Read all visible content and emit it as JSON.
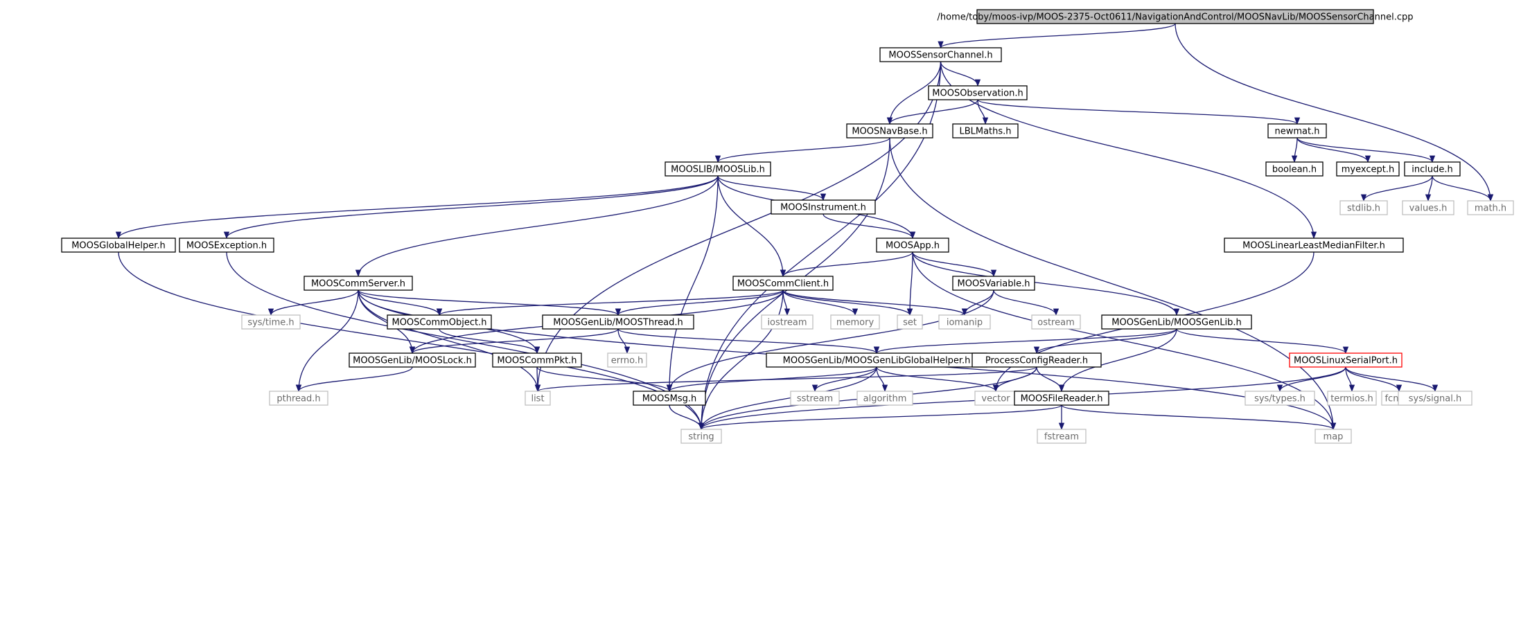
{
  "colors": {
    "edge": "#191970",
    "node_border": "#000000",
    "external_border": "#bfbfbf",
    "highlight_border": "#ff0000",
    "root_fill": "#bfbfbf"
  },
  "nodes": [
    {
      "id": "root",
      "label": "/home/toby/moos-ivp/MOOS-2375-Oct0611/NavigationAndControl/MOOSNavLib/MOOSSensorChannel.cpp",
      "kind": "root"
    },
    {
      "id": "sensorchannel",
      "label": "MOOSSensorChannel.h",
      "kind": "local"
    },
    {
      "id": "observation",
      "label": "MOOSObservation.h",
      "kind": "local"
    },
    {
      "id": "navbase",
      "label": "MOOSNavBase.h",
      "kind": "local"
    },
    {
      "id": "lblmaths",
      "label": "LBLMaths.h",
      "kind": "local"
    },
    {
      "id": "newmat",
      "label": "newmat.h",
      "kind": "local"
    },
    {
      "id": "boolean",
      "label": "boolean.h",
      "kind": "local"
    },
    {
      "id": "myexcept",
      "label": "myexcept.h",
      "kind": "local"
    },
    {
      "id": "include",
      "label": "include.h",
      "kind": "local"
    },
    {
      "id": "stdlib",
      "label": "stdlib.h",
      "kind": "system"
    },
    {
      "id": "values",
      "label": "values.h",
      "kind": "system"
    },
    {
      "id": "mathh",
      "label": "math.h",
      "kind": "system"
    },
    {
      "id": "mooslib",
      "label": "MOOSLIB/MOOSLib.h",
      "kind": "local"
    },
    {
      "id": "instrument",
      "label": "MOOSInstrument.h",
      "kind": "local"
    },
    {
      "id": "globalhelper",
      "label": "MOOSGlobalHelper.h",
      "kind": "local"
    },
    {
      "id": "exception",
      "label": "MOOSException.h",
      "kind": "local"
    },
    {
      "id": "moosapp",
      "label": "MOOSApp.h",
      "kind": "local"
    },
    {
      "id": "lmedfilter",
      "label": "MOOSLinearLeastMedianFilter.h",
      "kind": "local"
    },
    {
      "id": "commserver",
      "label": "MOOSCommServer.h",
      "kind": "local"
    },
    {
      "id": "commclient",
      "label": "MOOSCommClient.h",
      "kind": "local"
    },
    {
      "id": "variable",
      "label": "MOOSVariable.h",
      "kind": "local"
    },
    {
      "id": "systime",
      "label": "sys/time.h",
      "kind": "system"
    },
    {
      "id": "commobject",
      "label": "MOOSCommObject.h",
      "kind": "local"
    },
    {
      "id": "thread",
      "label": "MOOSGenLib/MOOSThread.h",
      "kind": "local"
    },
    {
      "id": "iostream",
      "label": "iostream",
      "kind": "system"
    },
    {
      "id": "memory",
      "label": "memory",
      "kind": "system"
    },
    {
      "id": "set",
      "label": "set",
      "kind": "system"
    },
    {
      "id": "iomanip",
      "label": "iomanip",
      "kind": "system"
    },
    {
      "id": "ostream",
      "label": "ostream",
      "kind": "system"
    },
    {
      "id": "genlib",
      "label": "MOOSGenLib/MOOSGenLib.h",
      "kind": "local"
    },
    {
      "id": "lock",
      "label": "MOOSGenLib/MOOSLock.h",
      "kind": "local"
    },
    {
      "id": "commpkt",
      "label": "MOOSCommPkt.h",
      "kind": "local"
    },
    {
      "id": "errno",
      "label": "errno.h",
      "kind": "system"
    },
    {
      "id": "globallibhelper",
      "label": "MOOSGenLib/MOOSGenLibGlobalHelper.h",
      "kind": "local"
    },
    {
      "id": "configreader",
      "label": "ProcessConfigReader.h",
      "kind": "local"
    },
    {
      "id": "serialport",
      "label": "MOOSLinuxSerialPort.h",
      "kind": "highlight"
    },
    {
      "id": "pthread",
      "label": "pthread.h",
      "kind": "system"
    },
    {
      "id": "list",
      "label": "list",
      "kind": "system"
    },
    {
      "id": "moosmsg",
      "label": "MOOSMsg.h",
      "kind": "local"
    },
    {
      "id": "sstream",
      "label": "sstream",
      "kind": "system"
    },
    {
      "id": "algorithm",
      "label": "algorithm",
      "kind": "system"
    },
    {
      "id": "vector",
      "label": "vector",
      "kind": "system"
    },
    {
      "id": "filereader",
      "label": "MOOSFileReader.h",
      "kind": "local"
    },
    {
      "id": "systypes",
      "label": "sys/types.h",
      "kind": "system"
    },
    {
      "id": "termios",
      "label": "termios.h",
      "kind": "system"
    },
    {
      "id": "fcntl",
      "label": "fcntl.h",
      "kind": "system"
    },
    {
      "id": "syssignal",
      "label": "sys/signal.h",
      "kind": "system"
    },
    {
      "id": "string",
      "label": "string",
      "kind": "system"
    },
    {
      "id": "fstream",
      "label": "fstream",
      "kind": "system"
    },
    {
      "id": "map",
      "label": "map",
      "kind": "system"
    }
  ],
  "edges": [
    [
      "root",
      "sensorchannel"
    ],
    [
      "root",
      "mathh"
    ],
    [
      "sensorchannel",
      "observation"
    ],
    [
      "sensorchannel",
      "navbase"
    ],
    [
      "sensorchannel",
      "lmedfilter"
    ],
    [
      "sensorchannel",
      "string"
    ],
    [
      "sensorchannel",
      "list"
    ],
    [
      "observation",
      "navbase"
    ],
    [
      "observation",
      "lblmaths"
    ],
    [
      "observation",
      "newmat"
    ],
    [
      "newmat",
      "boolean"
    ],
    [
      "newmat",
      "myexcept"
    ],
    [
      "newmat",
      "include"
    ],
    [
      "include",
      "stdlib"
    ],
    [
      "include",
      "values"
    ],
    [
      "include",
      "mathh"
    ],
    [
      "navbase",
      "mooslib"
    ],
    [
      "navbase",
      "string"
    ],
    [
      "navbase",
      "map"
    ],
    [
      "mooslib",
      "instrument"
    ],
    [
      "mooslib",
      "globalhelper"
    ],
    [
      "mooslib",
      "exception"
    ],
    [
      "mooslib",
      "moosapp"
    ],
    [
      "mooslib",
      "commserver"
    ],
    [
      "mooslib",
      "commclient"
    ],
    [
      "mooslib",
      "moosmsg"
    ],
    [
      "instrument",
      "moosapp"
    ],
    [
      "globalhelper",
      "string"
    ],
    [
      "exception",
      "string"
    ],
    [
      "moosapp",
      "commclient"
    ],
    [
      "moosapp",
      "variable"
    ],
    [
      "moosapp",
      "genlib"
    ],
    [
      "moosapp",
      "set"
    ],
    [
      "moosapp",
      "map"
    ],
    [
      "lmedfilter",
      "vector"
    ],
    [
      "commserver",
      "systime"
    ],
    [
      "commserver",
      "commobject"
    ],
    [
      "commserver",
      "thread"
    ],
    [
      "commserver",
      "lock"
    ],
    [
      "commserver",
      "commpkt"
    ],
    [
      "commserver",
      "pthread"
    ],
    [
      "commserver",
      "list"
    ],
    [
      "commserver",
      "map"
    ],
    [
      "commclient",
      "commobject"
    ],
    [
      "commclient",
      "thread"
    ],
    [
      "commclient",
      "lock"
    ],
    [
      "commclient",
      "iostream"
    ],
    [
      "commclient",
      "memory"
    ],
    [
      "commclient",
      "set"
    ],
    [
      "commclient",
      "iomanip"
    ],
    [
      "commclient",
      "string"
    ],
    [
      "variable",
      "iomanip"
    ],
    [
      "variable",
      "ostream"
    ],
    [
      "variable",
      "moosmsg"
    ],
    [
      "commobject",
      "commpkt"
    ],
    [
      "thread",
      "lock"
    ],
    [
      "thread",
      "errno"
    ],
    [
      "thread",
      "globallibhelper"
    ],
    [
      "genlib",
      "globallibhelper"
    ],
    [
      "genlib",
      "configreader"
    ],
    [
      "genlib",
      "filereader"
    ],
    [
      "genlib",
      "serialport"
    ],
    [
      "lock",
      "pthread"
    ],
    [
      "commpkt",
      "list"
    ],
    [
      "commpkt",
      "moosmsg"
    ],
    [
      "globallibhelper",
      "moosmsg"
    ],
    [
      "globallibhelper",
      "sstream"
    ],
    [
      "globallibhelper",
      "algorithm"
    ],
    [
      "globallibhelper",
      "vector"
    ],
    [
      "globallibhelper",
      "string"
    ],
    [
      "configreader",
      "list"
    ],
    [
      "configreader",
      "vector"
    ],
    [
      "configreader",
      "filereader"
    ],
    [
      "configreader",
      "string"
    ],
    [
      "serialport",
      "systypes"
    ],
    [
      "serialport",
      "termios"
    ],
    [
      "serialport",
      "fcntl"
    ],
    [
      "serialport",
      "syssignal"
    ],
    [
      "serialport",
      "string"
    ],
    [
      "moosmsg",
      "string"
    ],
    [
      "filereader",
      "fstream"
    ],
    [
      "filereader",
      "string"
    ],
    [
      "filereader",
      "map"
    ]
  ]
}
